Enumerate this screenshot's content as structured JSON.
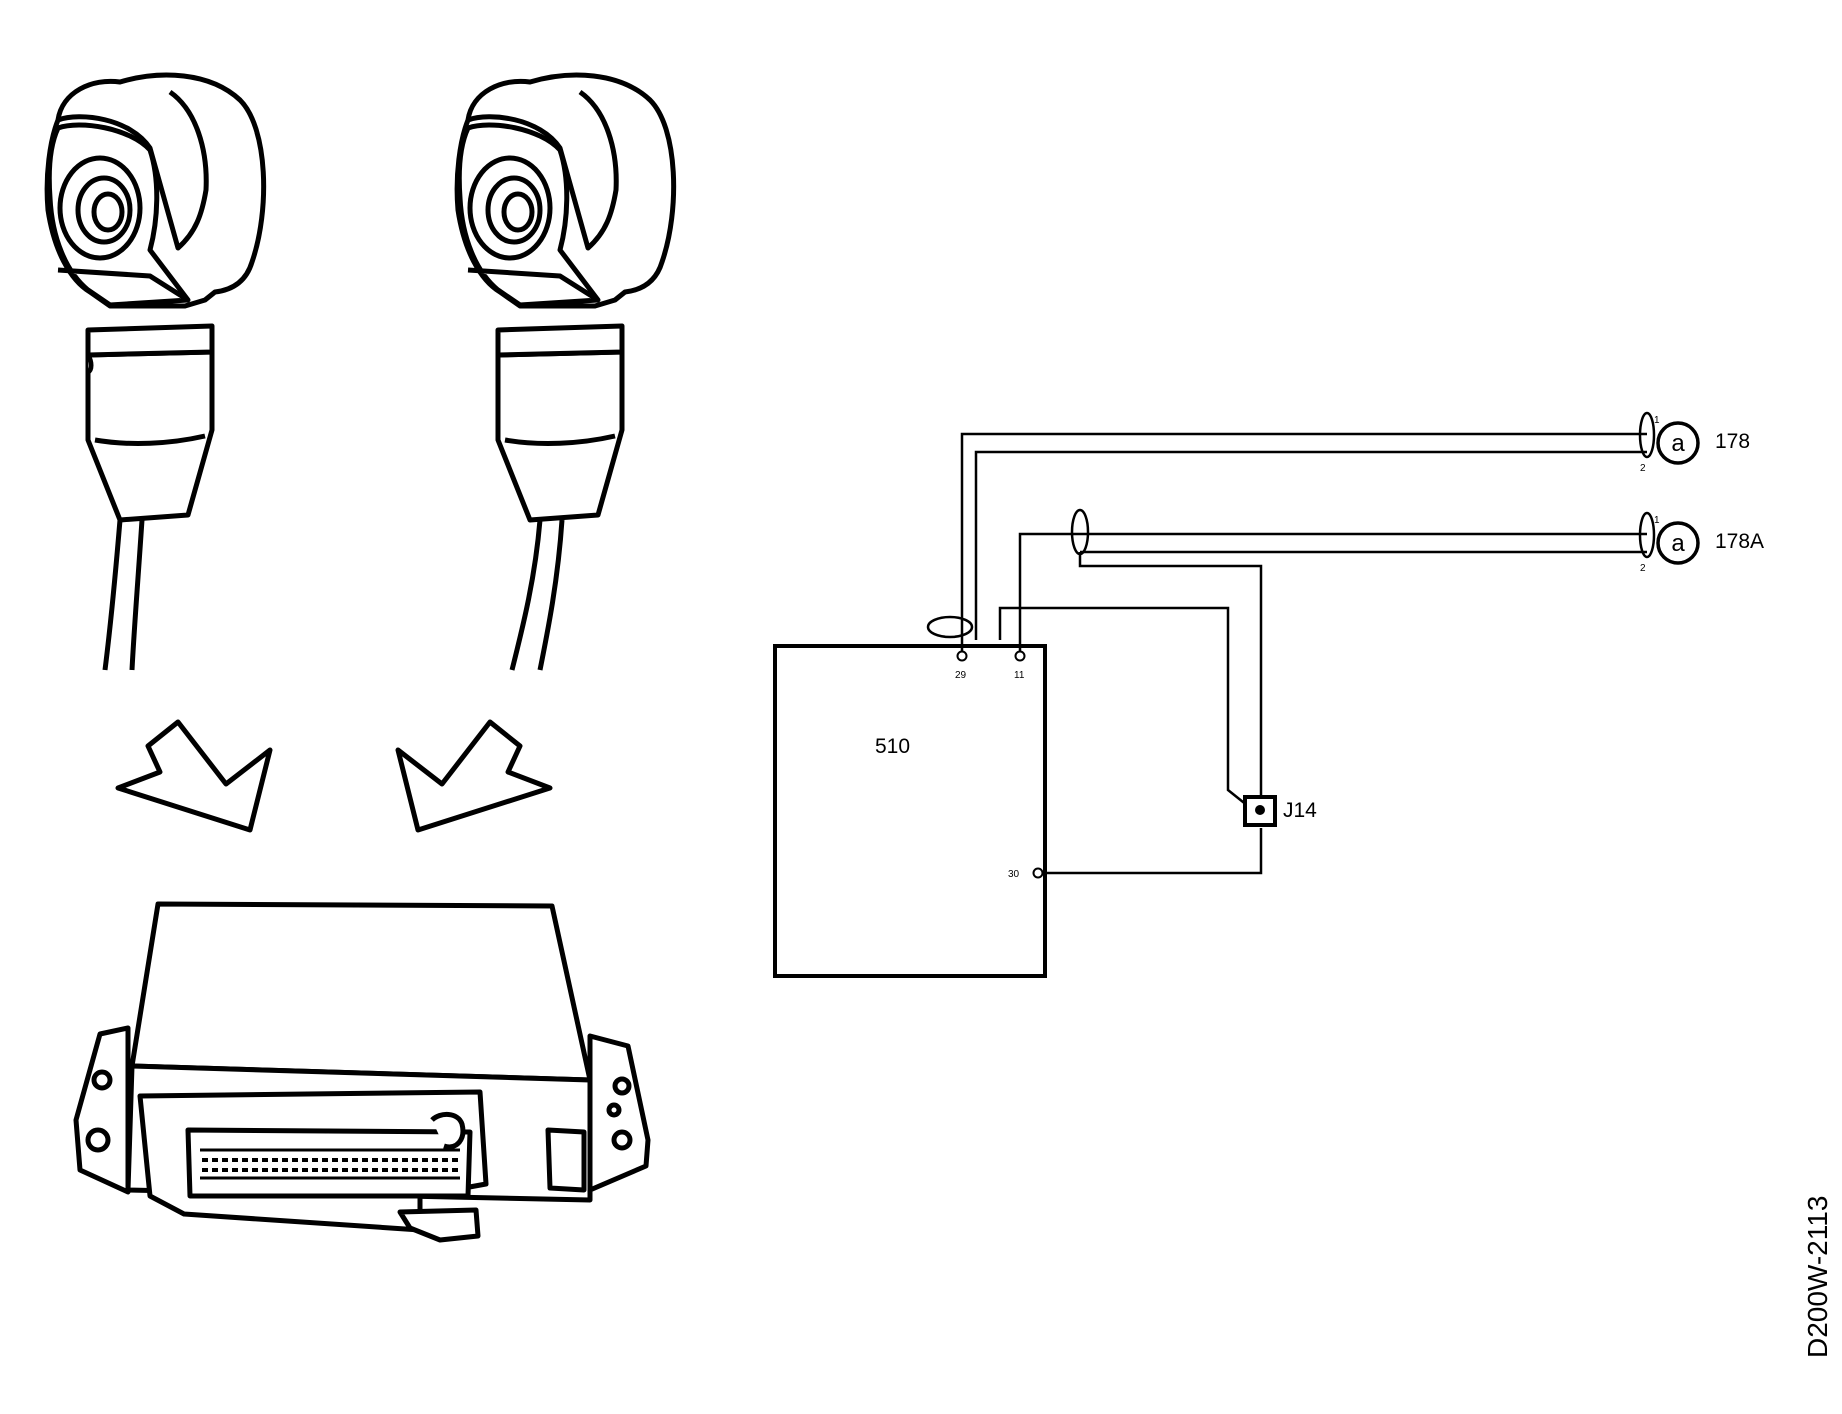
{
  "ecu_label": "510",
  "pins": {
    "p29": "29",
    "p11": "11",
    "p30": "30"
  },
  "sensors": {
    "s1": {
      "label": "178",
      "symbol": "a",
      "pin1": "1",
      "pin2": "2"
    },
    "s2": {
      "label": "178A",
      "symbol": "a",
      "pin1": "1",
      "pin2": "2"
    }
  },
  "junction_label": "J14",
  "figure_code": "D200W-2113"
}
